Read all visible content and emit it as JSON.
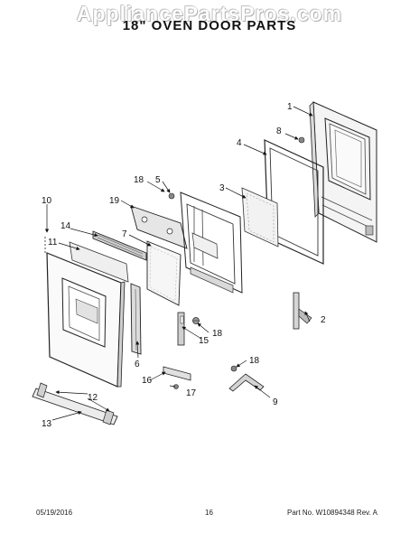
{
  "watermark": "AppliancePartsPros.com",
  "title": "18\" OVEN DOOR PARTS",
  "callouts": {
    "c1": "1",
    "c2": "2",
    "c3": "3",
    "c4": "4",
    "c5": "5",
    "c6": "6",
    "c7": "7",
    "c8": "8",
    "c9": "9",
    "c10": "10",
    "c11": "11",
    "c12": "12",
    "c13": "13",
    "c14": "14",
    "c15": "15",
    "c16": "16",
    "c17": "17",
    "c18a": "18",
    "c18b": "18",
    "c18c": "18",
    "c19": "19"
  },
  "footer": {
    "date": "05/19/2016",
    "page": "16",
    "part_no": "Part No. W10894348  Rev. A"
  }
}
